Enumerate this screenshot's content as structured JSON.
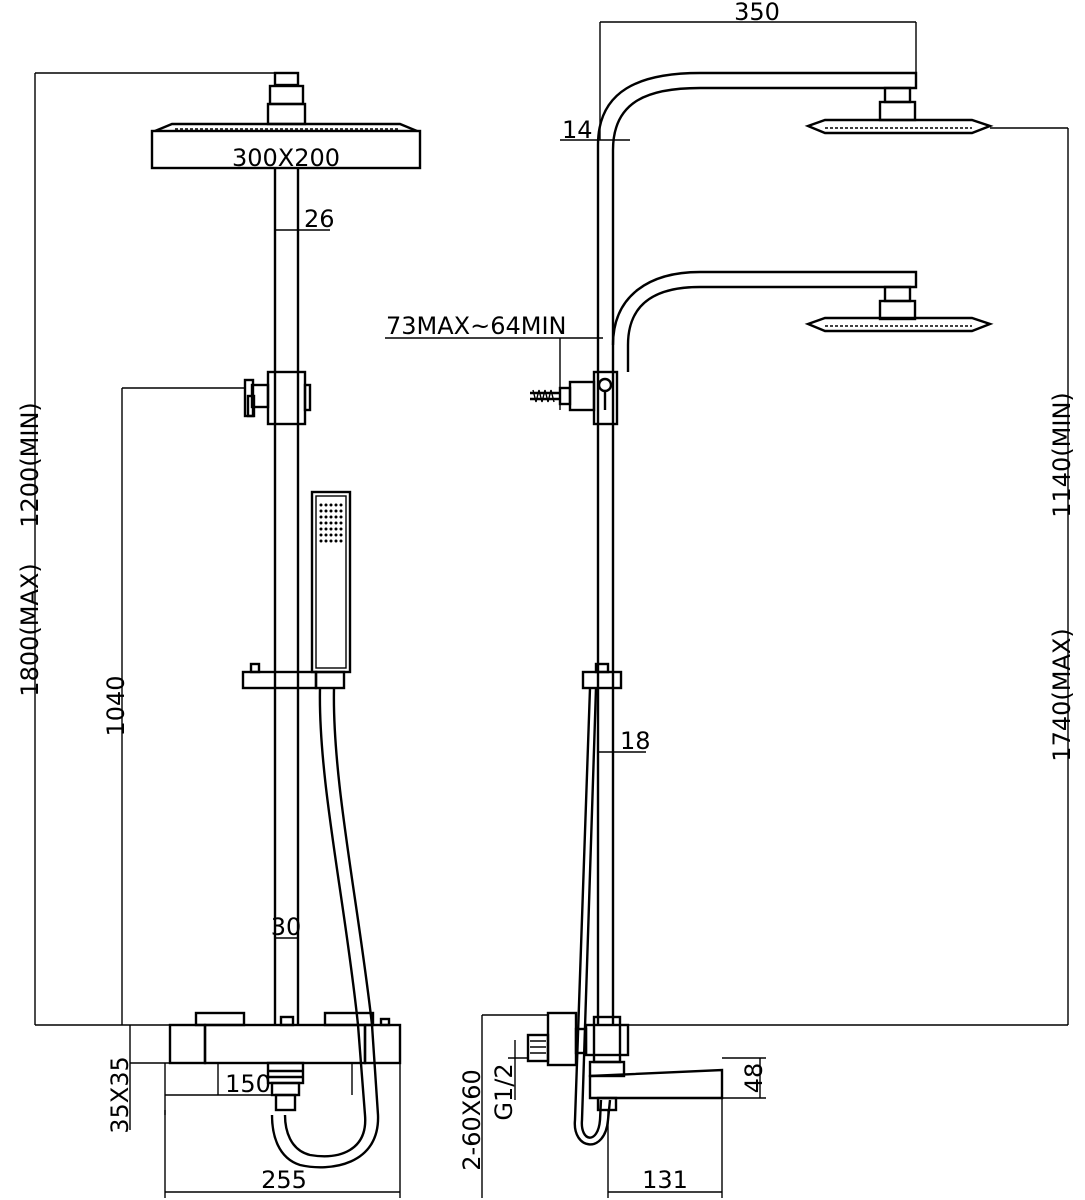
{
  "drawing": {
    "front_view": {
      "head_size": "300X200",
      "pipe_top": "26",
      "height_min": "1200(MIN)",
      "height_max": "1800(MAX)",
      "valve_height": "1040",
      "pipe_lower": "30",
      "centers": "150",
      "block_section": "35X35",
      "overall_width": "255"
    },
    "side_view": {
      "arm_reach": "350",
      "arm_offset": "14",
      "wall_offset": "73MAX~64MIN",
      "height_min": "1140(MIN)",
      "height_max": "1740(MAX)",
      "rod_diameter": "18",
      "flange": "2-60X60",
      "thread": "G1/2",
      "spout_height": "48",
      "spout_length": "131"
    }
  }
}
